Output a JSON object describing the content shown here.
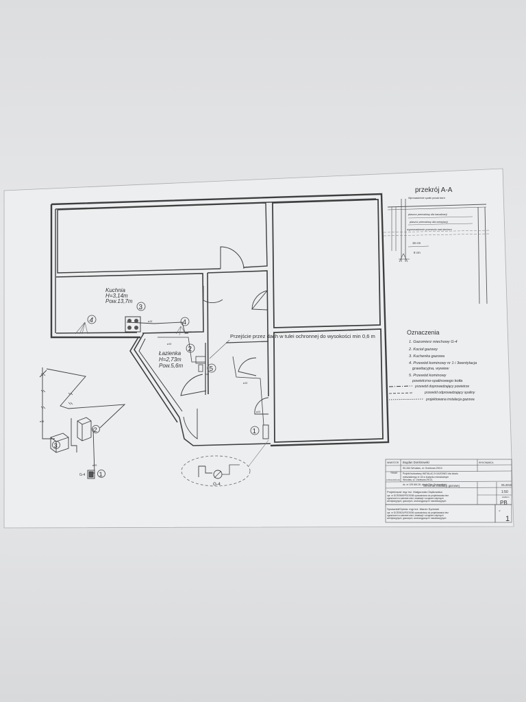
{
  "section": {
    "title": "przekrój A-A",
    "subtitle": "Wprowadzenie spalin ponad dach",
    "label_1": "płaszcz premalowy dla kanalizacji",
    "label_2": "płaszcz premalowy dla wentylacji",
    "label_3": "wyprowadzenie przewodu nad dachem",
    "dim_1": "15 cm",
    "dim_2": "8 cm"
  },
  "rooms": {
    "kitchen": {
      "name": "Kuchnia",
      "height": "H=3,14m",
      "area": "Pow.13,7m"
    },
    "bathroom": {
      "name": "Łazienka",
      "height": "H=2,73m",
      "area": "Pow.5,6m"
    }
  },
  "pipe_labels": {
    "a": "ø15",
    "b": "ø15",
    "c": "ø15",
    "d": "ø25",
    "e": "ø15",
    "f": "ø25"
  },
  "markers": {
    "m1": "1",
    "m2": "2",
    "m3": "3",
    "m4": "4",
    "m5": "5"
  },
  "roof_note": "Przejście przez dach w tulei ochronnej do wysokości  min 0,6 m",
  "meter_label": "G-4",
  "legend": {
    "title": "Oznaczenia",
    "items": [
      "1. Gazomierz miechowy G-4",
      "2. Kocioł gazowy",
      "3. Kuchenka gazowa",
      "4. Przewód kominowy nr 1 i 3wentylacja",
      "grawitacyjna, wywiew",
      "5. Przewód kominowy",
      "powietrzno-spalinowego kotła"
    ],
    "lines": [
      "przewód doprowadzający powietrze",
      "przewód odprowadzający spaliny",
      "projektowana instalacja gazowa"
    ]
  },
  "title_block": {
    "investor_label": "INWESTOR",
    "investor_name": "Bogdan Dombrowski",
    "investor_addr": "50-264 Wrocław, ul. Orzełowa 29/13",
    "subject_label": "TEMAT",
    "subject_1": "Projekt budowlany INSTALACJI GAZOWEJ dla lokalu",
    "subject_2": "mieszkalnego nr 18 w budynku mieszkalnym",
    "location_label": "LOKALIZACJA",
    "location_1": "Wrocław, ul. Orzełowa 29/13,",
    "location_2": "dz. nr 125 AM-18, obręb Plac Grunwaldzki",
    "contractor_label": "WYKONAWCA",
    "drawing_title": "Schemat instalacji gazowej",
    "date": "05.2015",
    "scale": "1:50",
    "stage_label": "stadium",
    "stage": "PB",
    "sheet_label": "nr",
    "sheet_no": "1",
    "designer": "Projektował: mgr inż. Małgorzata Chęlkowska",
    "designer_1": "upr. nr DOŚ/0069/POOS/08 upoważniona do projektowania bez",
    "designer_2": "ograniczeń w zakresie sieci, instalacji i urządzeń cieplnych",
    "designer_3": "wentylacyjnych, gazowych, wodociągowych i kanalizacyjnych",
    "checker": "Sprawdził/Opinia: mgr inż. Marcin Sydorski",
    "checker_1": "upr. nr DOŚ/0024/POOS/06 upoważniony do projektowania bez",
    "checker_2": "ograniczeń w zakresie sieci, instalacji i urządzeń cieplnych",
    "checker_3": "wentylacyjnych, gazowych, wodociągowych i kanalizacyjnych"
  },
  "colors": {
    "line": "#3a3a3a",
    "paper": "#e6e7e9",
    "sheet": "#eeeff1"
  }
}
